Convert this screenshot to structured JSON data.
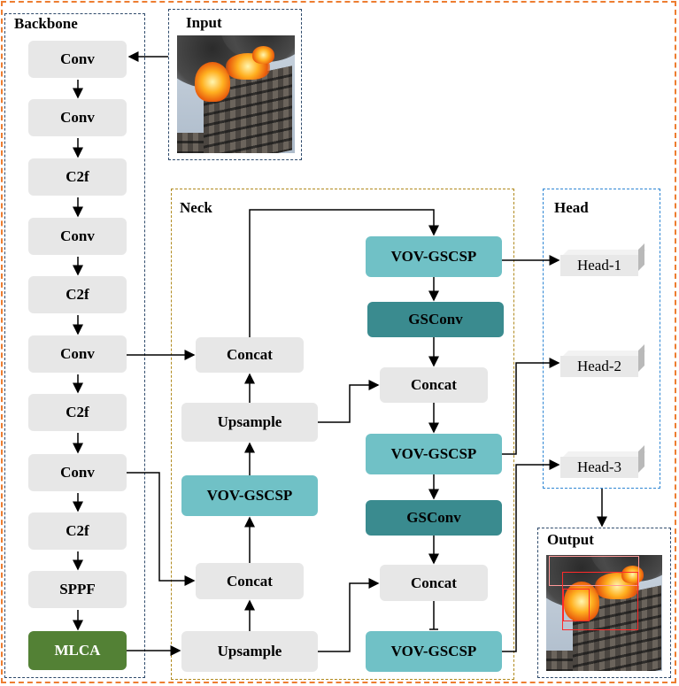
{
  "groups": {
    "backbone": "Backbone",
    "input": "Input",
    "neck": "Neck",
    "head": "Head",
    "output": "Output"
  },
  "backbone": [
    "Conv",
    "Conv",
    "C2f",
    "Conv",
    "C2f",
    "Conv",
    "C2f",
    "Conv",
    "C2f",
    "SPPF",
    "MLCA"
  ],
  "neck": {
    "left": {
      "concat1": "Concat",
      "upsample1": "Upsample",
      "vov": "VOV-GSCSP",
      "concat2": "Concat",
      "upsample2": "Upsample"
    },
    "right": {
      "vov1": "VOV-GSCSP",
      "gsconv1": "GSConv",
      "concat1": "Concat",
      "vov2": "VOV-GSCSP",
      "gsconv2": "GSConv",
      "concat2": "Concat",
      "vov3": "VOV-GSCSP"
    }
  },
  "head": [
    "Head-1",
    "Head-2",
    "Head-3"
  ],
  "colors": {
    "vov": "#70c1c6",
    "gsconv": "#3a8b8f",
    "mlca": "#538135",
    "block": "#e7e7e7",
    "outer_border": "#ed7d31"
  }
}
